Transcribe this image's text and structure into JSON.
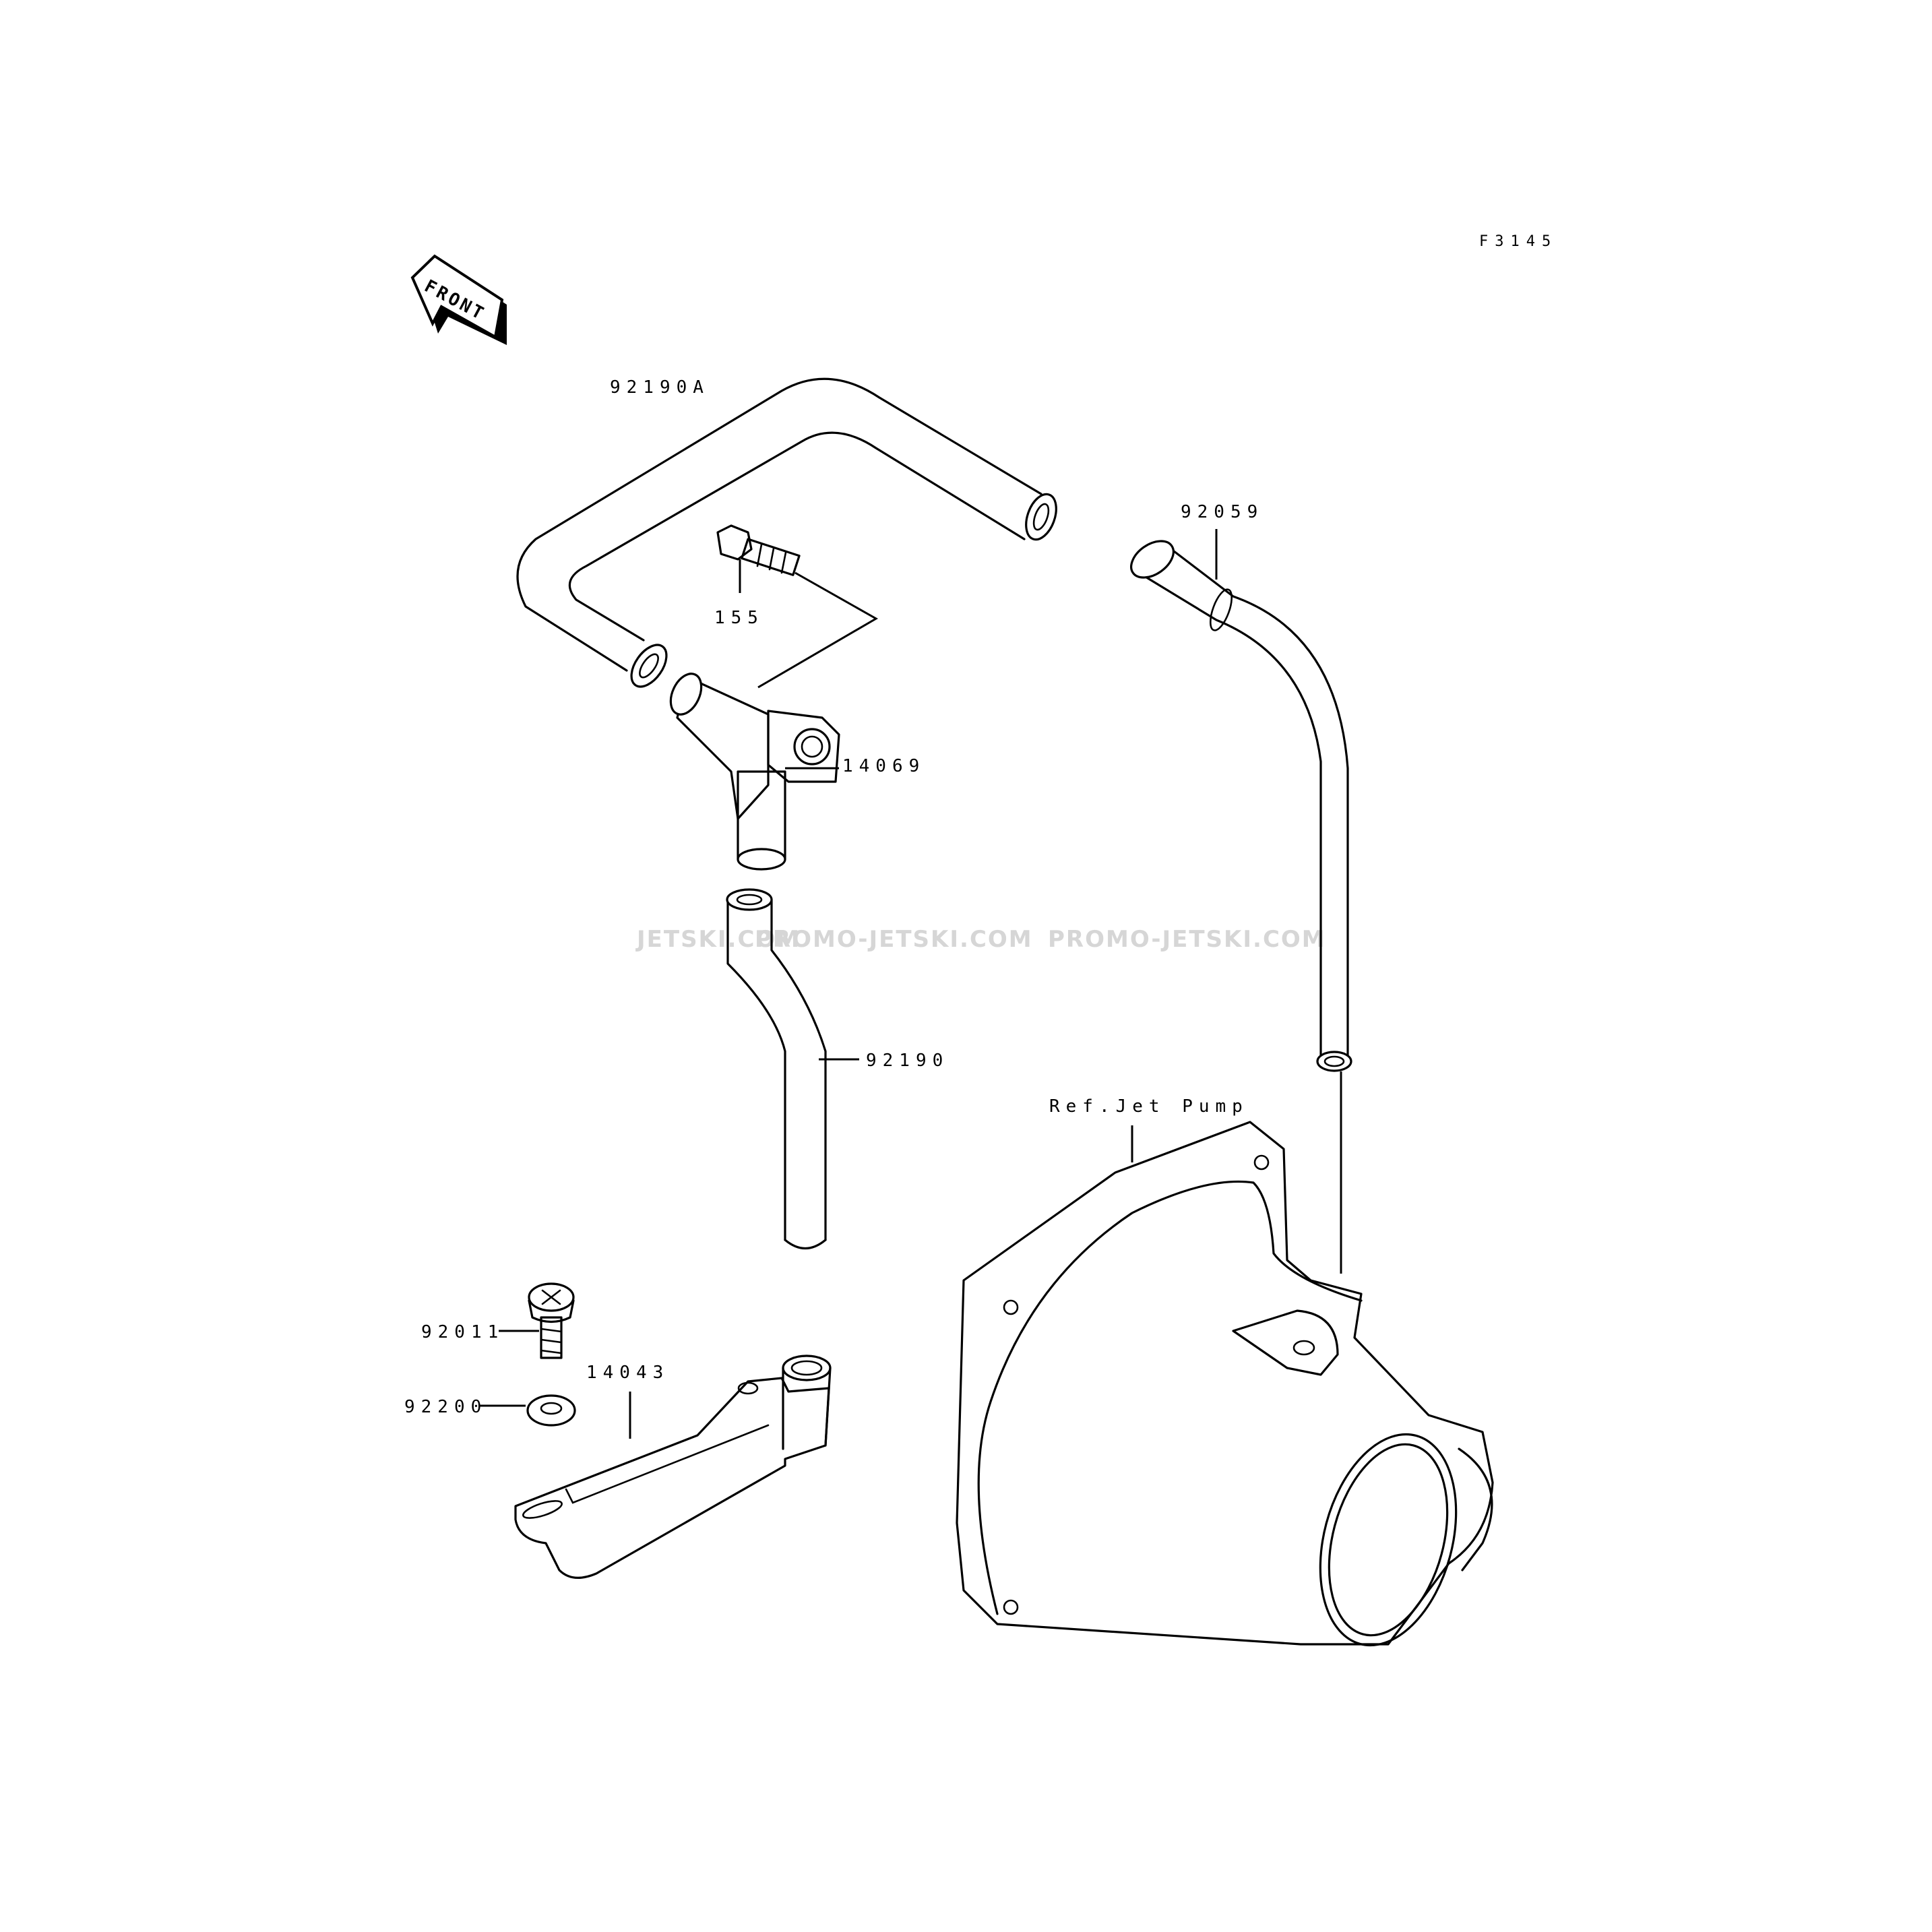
{
  "diagram_code": "F3145",
  "front_indicator": "FRONT",
  "watermark": [
    "JETSKI.COM",
    "PROMO-JETSKI.COM",
    "PROMO-JETSKI.COM"
  ],
  "parts": {
    "hose_upper": "92190A",
    "bolt": "155",
    "fitting": "14069",
    "hose_right": "92059",
    "hose_lower": "92190",
    "screw": "92011",
    "washer": "92200",
    "filter": "14043"
  },
  "reference": "Ref.Jet Pump"
}
